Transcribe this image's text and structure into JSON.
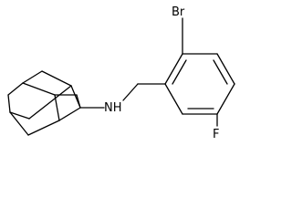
{
  "molecule": {
    "atoms": {
      "bromine": "Br",
      "amine": "NH",
      "fluorine": "F"
    }
  },
  "colors": {
    "bond": "#000000",
    "label": "#000000",
    "background": "#ffffff"
  }
}
